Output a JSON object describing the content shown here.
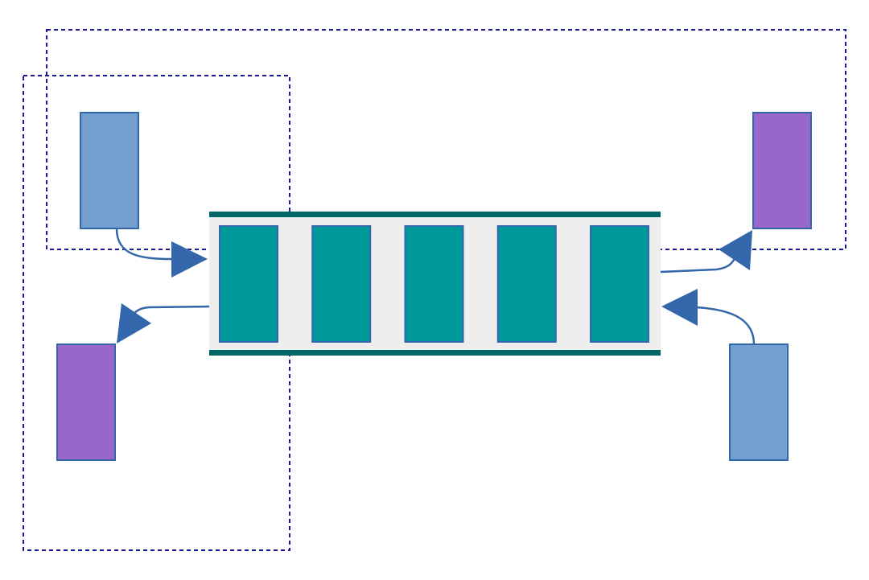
{
  "colors": {
    "dashed_border": "#1a1a99",
    "queue_background": "#eeeeee",
    "queue_rail": "#006666",
    "queue_slot": "#009999",
    "shape_stroke": "#3366aa",
    "producer_fill": "#74a0d0",
    "consumer_fill": "#9966cc",
    "arrow": "#3366aa"
  },
  "diagram": {
    "queue_slot_count": 5,
    "producers": [
      "producer-top-left",
      "producer-bottom-right"
    ],
    "consumers": [
      "consumer-bottom-left",
      "consumer-top-right"
    ]
  }
}
